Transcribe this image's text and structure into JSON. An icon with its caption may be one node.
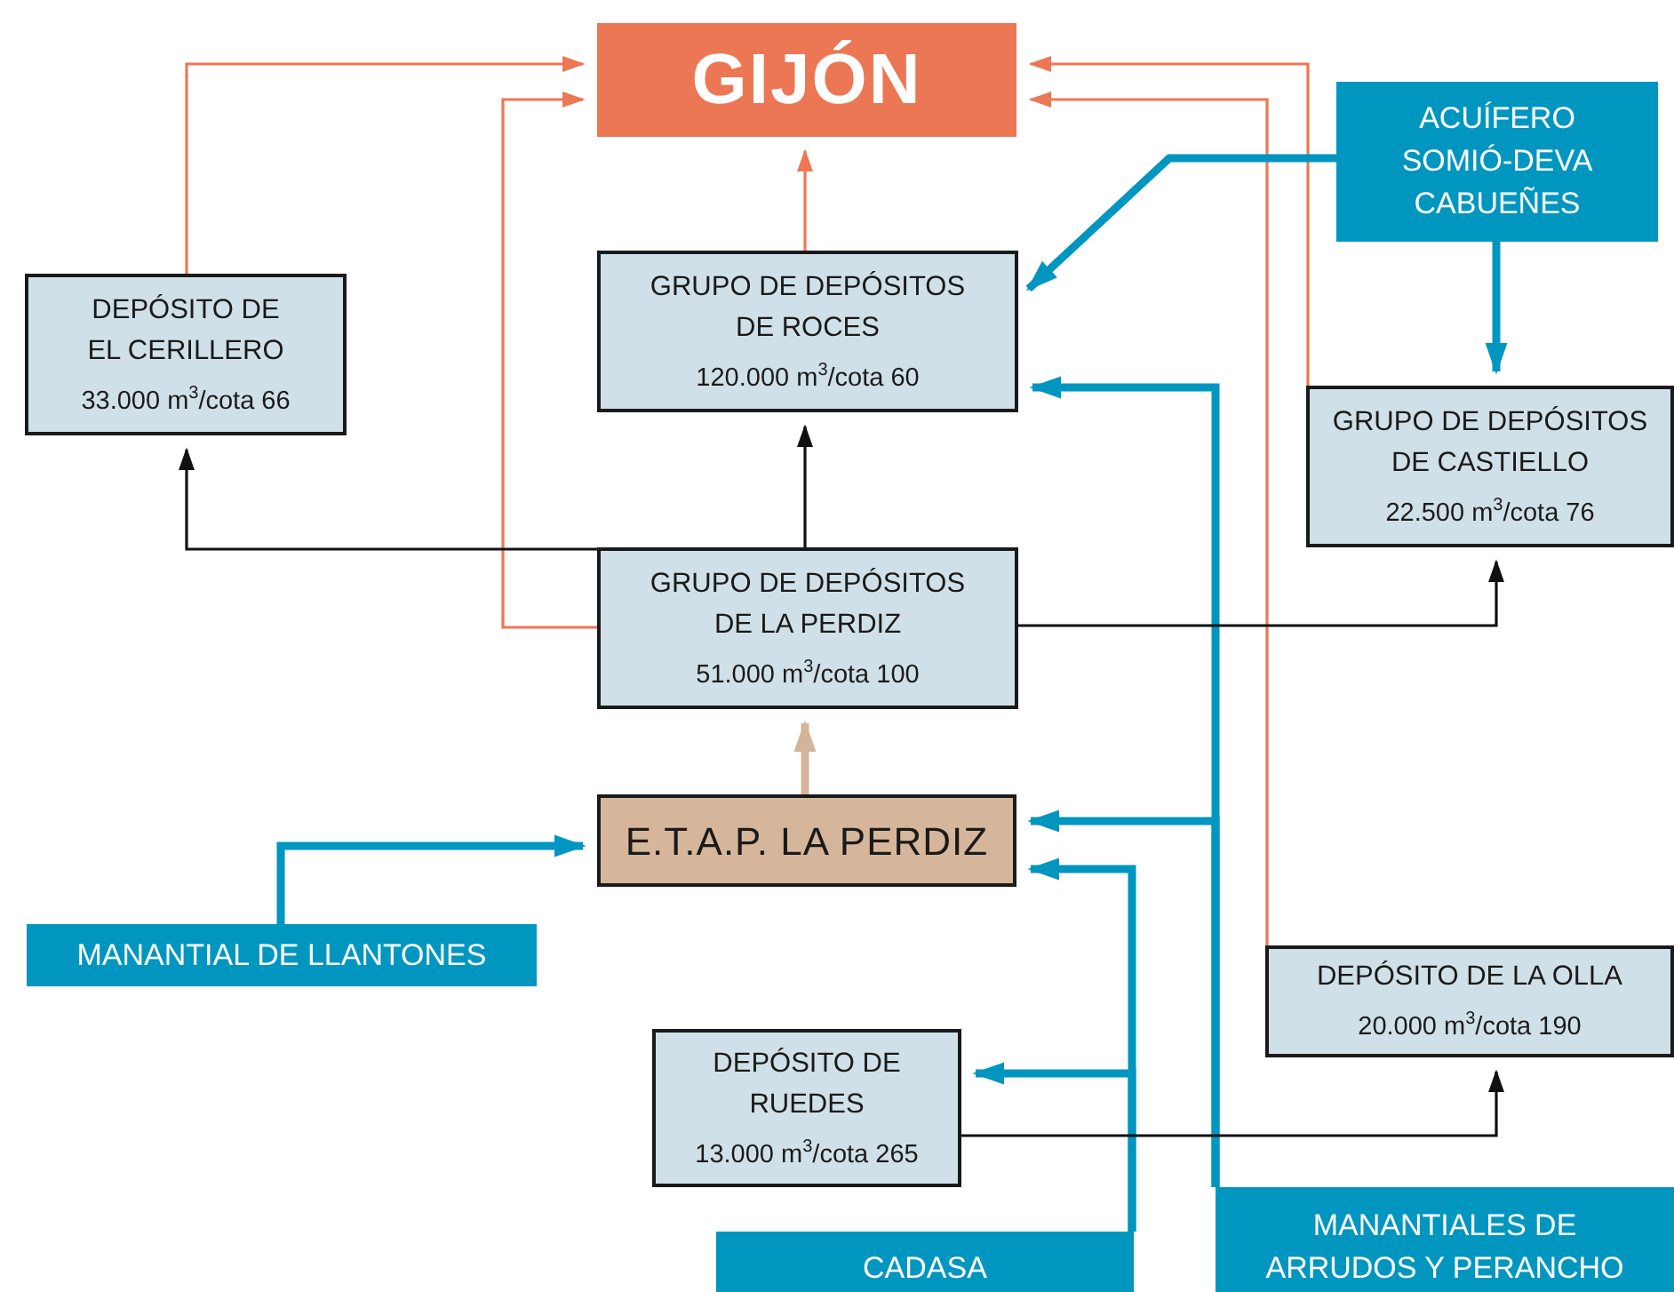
{
  "diagram": {
    "nodes": [
      {
        "text": [
          "GIJÓN"
        ]
      },
      {
        "text": [
          "DEPÓSITO DE EL CERILLERO",
          "33.000 m$^{3}$/cota 66"
        ]
      },
      {
        "text": [
          "GRUPO DE DEPÓSITOS DE ROCES",
          "120.000 m$^{3}$/cota 60"
        ]
      },
      {
        "text": [
          "ACUÍFERO SOMIÓ-DEVA CABUEÑES"
        ]
      },
      {
        "text": [
          "GRUPO DE DEPÓSITOS DE CASTIELLO",
          "22.500 m$^{3}$/cota 76"
        ]
      },
      {
        "text": [
          "GRUPO DE DEPÓSITOS DE LA PERDIZ",
          "51.000 m$^{3}$/cota 100"
        ]
      },
      {
        "text": [
          "E.T.A.P. LA PERDIZ"
        ]
      },
      {
        "text": [
          "MANANTIAL DE LLANTONES"
        ]
      },
      {
        "text": [
          "DEPÓSITO DE LA OLLA",
          "20.000 m$^{3}$/cota 190"
        ]
      },
      {
        "text": [
          "DEPÓSITO DE RUEDES",
          "13.000 m$^{3}$/cota 265"
        ]
      },
      {
        "text": [
          "CADASA"
        ]
      },
      {
        "text": [
          "MANANTIALES DE ARRUDOS Y PERANCHO"
        ]
      }
    ],
    "edges": [
      {
        "from": 1,
        "to": 0,
        "arrow": "to",
        "color": "#ec7755"
      },
      {
        "from": 5,
        "to": 0,
        "arrow": "to",
        "color": "#ec7755"
      },
      {
        "from": 2,
        "to": 0,
        "arrow": "to",
        "color": "#ec7755"
      },
      {
        "from": 4,
        "to": 0,
        "arrow": "to",
        "color": "#ec7755"
      },
      {
        "from": 8,
        "to": 0,
        "arrow": "to",
        "color": "#ec7755"
      },
      {
        "from": 3,
        "to": 2,
        "arrow": "to",
        "style": "thick"
      },
      {
        "from": 3,
        "to": 4,
        "arrow": "to",
        "style": "thick"
      },
      {
        "from": 11,
        "to": 2,
        "arrow": "to",
        "style": "thick"
      },
      {
        "from": 11,
        "to": 6,
        "arrow": "to",
        "style": "thick"
      },
      {
        "from": 10,
        "to": 6,
        "arrow": "to",
        "style": "thick"
      },
      {
        "from": 10,
        "to": 9,
        "arrow": "to",
        "style": "thick"
      },
      {
        "from": 7,
        "to": 6,
        "arrow": "to",
        "style": "thick"
      },
      {
        "from": 6,
        "to": 5,
        "arrow": "to",
        "style": "thick",
        "color": "#d3b49a"
      },
      {
        "from": 5,
        "to": 1,
        "arrow": "to",
        "color": "#111111"
      },
      {
        "from": 5,
        "to": 2,
        "arrow": "to",
        "color": "#111111"
      },
      {
        "from": 5,
        "to": 4,
        "arrow": "to",
        "color": "#111111"
      },
      {
        "from": 9,
        "to": 8,
        "arrow": "to",
        "color": "#111111"
      }
    ]
  }
}
